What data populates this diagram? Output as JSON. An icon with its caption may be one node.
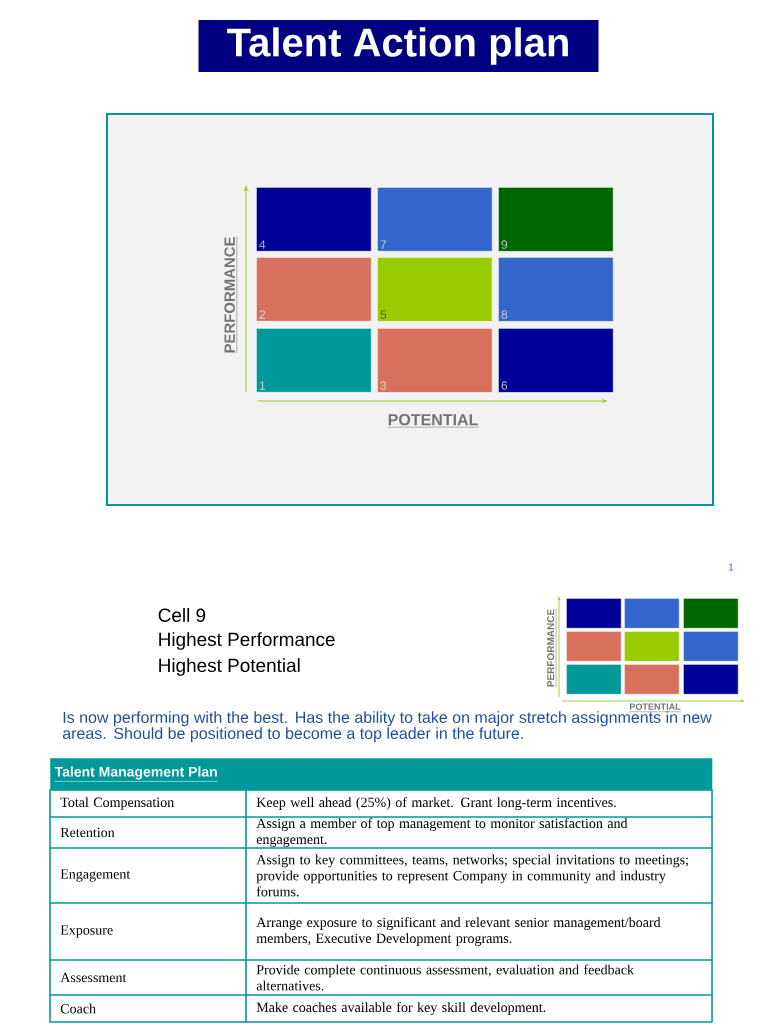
{
  "diagram": {
    "title": "Talent Action plan",
    "nodes": [
      {
        "text": [
          "4"
        ]
      },
      {
        "text": [
          "7"
        ]
      },
      {
        "text": [
          "9"
        ]
      },
      {
        "text": [
          "2"
        ]
      },
      {
        "text": [
          "5"
        ]
      },
      {
        "text": [
          "8"
        ]
      },
      {
        "text": [
          "1"
        ]
      },
      {
        "text": [
          "3"
        ]
      },
      {
        "text": [
          "6"
        ]
      },
      {
        "text": [],
        "shape": "box"
      },
      {
        "text": [],
        "shape": "box"
      },
      {
        "text": [],
        "shape": "box"
      },
      {
        "text": [],
        "shape": "box"
      },
      {
        "text": [],
        "shape": "box"
      },
      {
        "text": [],
        "shape": "box"
      },
      {
        "text": [],
        "shape": "box"
      },
      {
        "text": [],
        "shape": "box"
      },
      {
        "text": [],
        "shape": "box"
      }
    ],
    "edges": [],
    "labels": [
      "PERFORMANCE",
      "POTENTIAL",
      "1",
      "Cell 9",
      "Highest Performance",
      "Highest Potential",
      "PERFORMANCE",
      "POTENTIAL",
      "Is now performing with the best. Has the ability to take on major stretch assignments in new areas. Should be positioned to become a top leader in the future.",
      "Talent Management Plan",
      "Total Compensation",
      "Keep well ahead (25%) of market.  Grant long-term incentives.",
      "Retention",
      "Assign a member of top management to monitor satisfaction and engagement.",
      "Engagement",
      "Assign to key committees, teams, networks; special invitations to meetings; provide opportunities to represent Company in community and industry forums.",
      "Exposure",
      "Arrange exposure to significant and relevant senior management/board members, Executive Development programs.",
      "Assessment",
      "Provide complete continuous assessment, evaluation and feedback alternatives.",
      "Coach",
      "Make coaches available for key skill development."
    ]
  }
}
